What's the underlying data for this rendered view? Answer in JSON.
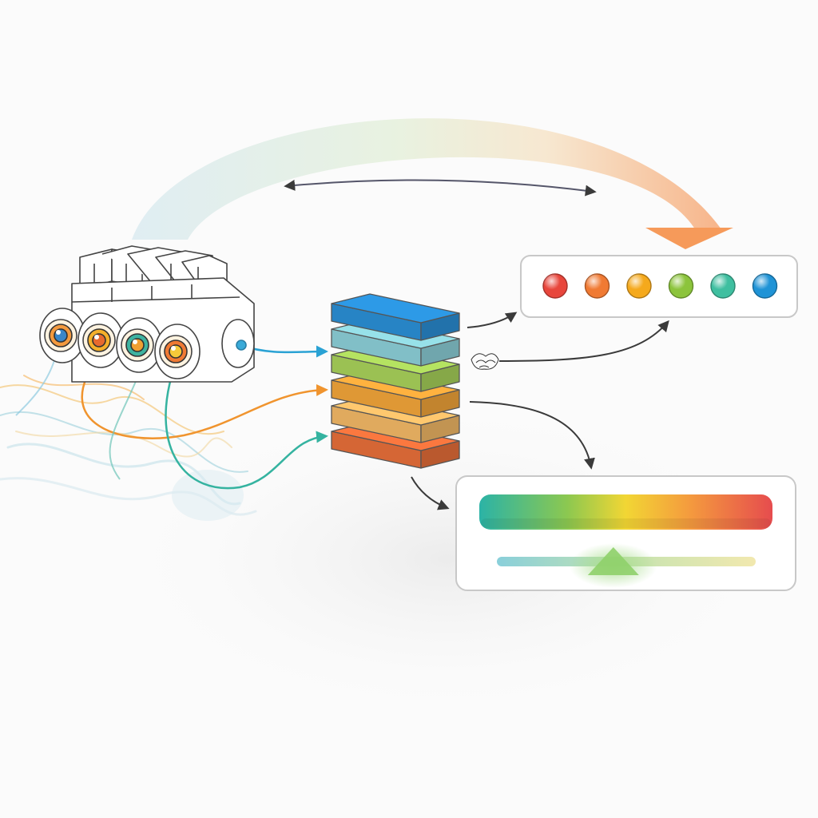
{
  "palette": {
    "red": "#e8463c",
    "orange": "#f07a33",
    "amber": "#f5a91c",
    "green": "#8cc43c",
    "teal": "#3fbfa0",
    "blue": "#1f93d6",
    "sky": "#6ec5de",
    "line": "#3a3a3a",
    "panel_border": "#c8c8c8"
  },
  "diagram": {
    "nodes": [
      {
        "id": "sensor-block",
        "kind": "machine-with-four-lenses"
      },
      {
        "id": "layer-stack",
        "kind": "stacked-layers",
        "layers": 6
      },
      {
        "id": "dot-strip-panel",
        "kind": "panel",
        "dots": 6
      },
      {
        "id": "gradient-bar-panel",
        "kind": "panel",
        "marker": "triangle"
      }
    ],
    "edges": [
      {
        "from": "sensor-block",
        "to": "layer-stack",
        "count": 3
      },
      {
        "from": "layer-stack",
        "to": "dot-strip-panel",
        "count": 2
      },
      {
        "from": "layer-stack",
        "to": "gradient-bar-panel",
        "count": 2
      },
      {
        "from": "sensor-block",
        "to": "dot-strip-panel",
        "style": "feedback-arc"
      }
    ]
  },
  "gradient_marker": {
    "position": 0.45
  }
}
